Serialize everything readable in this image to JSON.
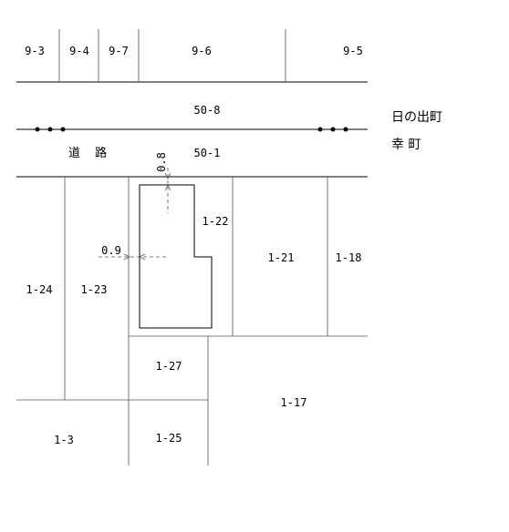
{
  "parcels": {
    "p9_3": "9-3",
    "p9_4": "9-4",
    "p9_7": "9-7",
    "p9_6": "9-6",
    "p9_5": "9-5",
    "p50_8": "50-8",
    "p50_1": "50-1",
    "p1_22": "1-22",
    "p1_21": "1-21",
    "p1_18": "1-18",
    "p1_24": "1-24",
    "p1_23": "1-23",
    "p1_27": "1-27",
    "p1_17": "1-17",
    "p1_3": "1-3",
    "p1_25": "1-25"
  },
  "road_label": "道 路",
  "towns": {
    "north": "日の出町",
    "south": "幸 町"
  },
  "setbacks": {
    "front": "0.8",
    "side": "0.9"
  }
}
